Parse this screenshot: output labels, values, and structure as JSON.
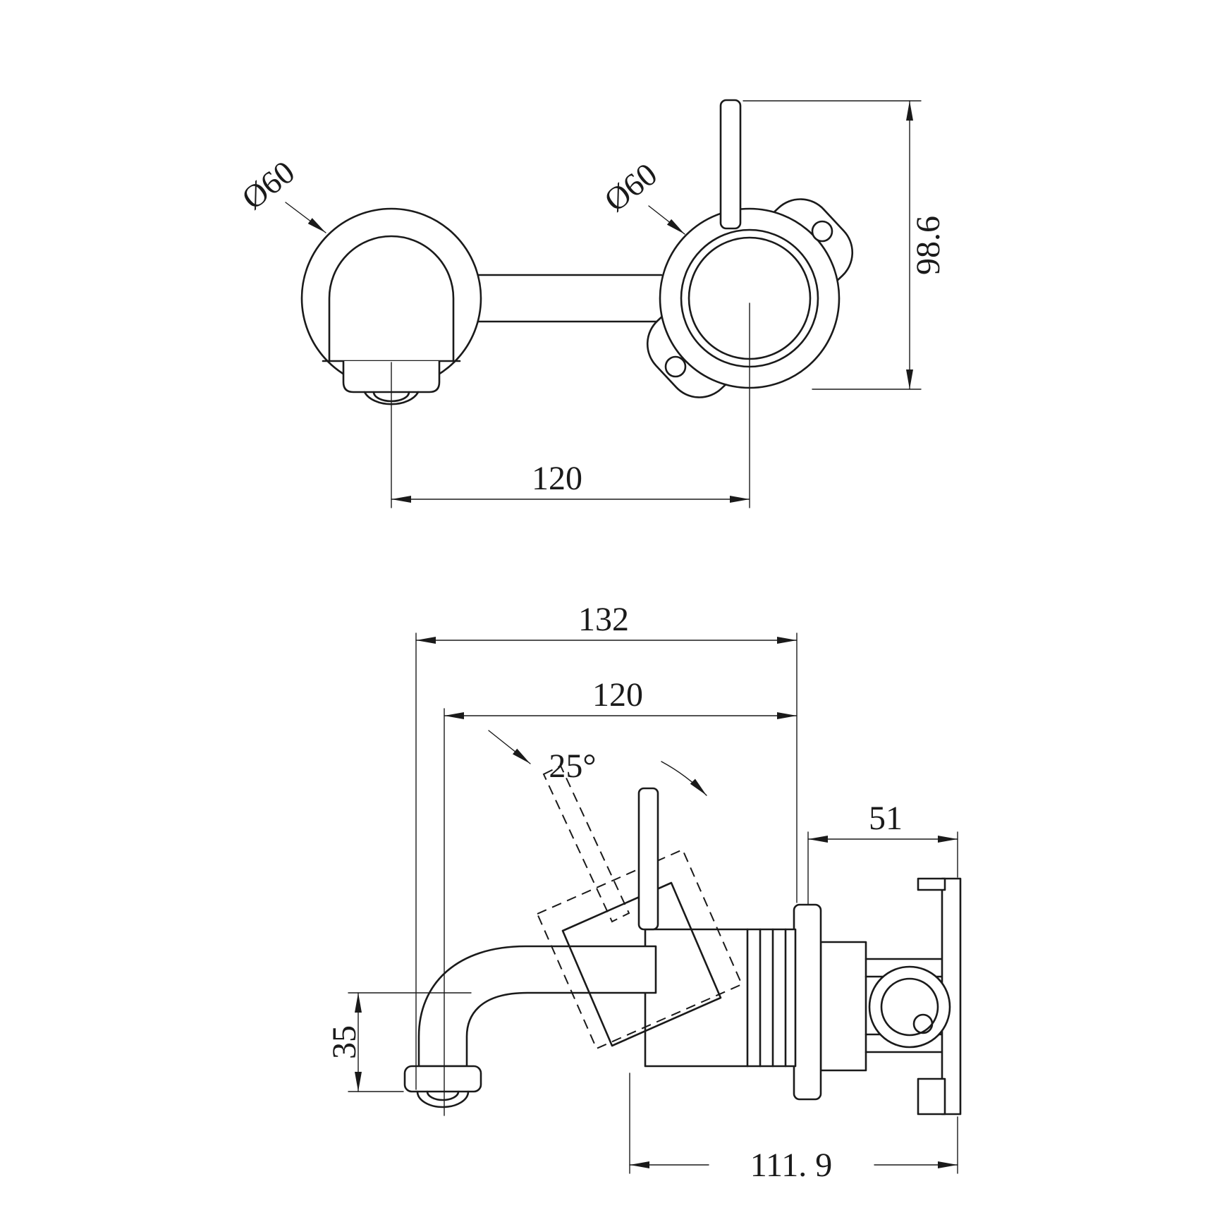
{
  "colors": {
    "line": "#1a1a1a",
    "background": "#ffffff"
  },
  "front_view": {
    "spout_diameter_label": "Ø60",
    "mixer_diameter_label": "Ø60",
    "overall_height_label": "98.6",
    "centre_distance_label": "120"
  },
  "side_view": {
    "overall_reach_label": "132",
    "spout_reach_label": "120",
    "handle_angle_label": "25°",
    "rear_depth_label": "51",
    "spout_drop_label": "35",
    "body_length_label": "111. 9"
  }
}
